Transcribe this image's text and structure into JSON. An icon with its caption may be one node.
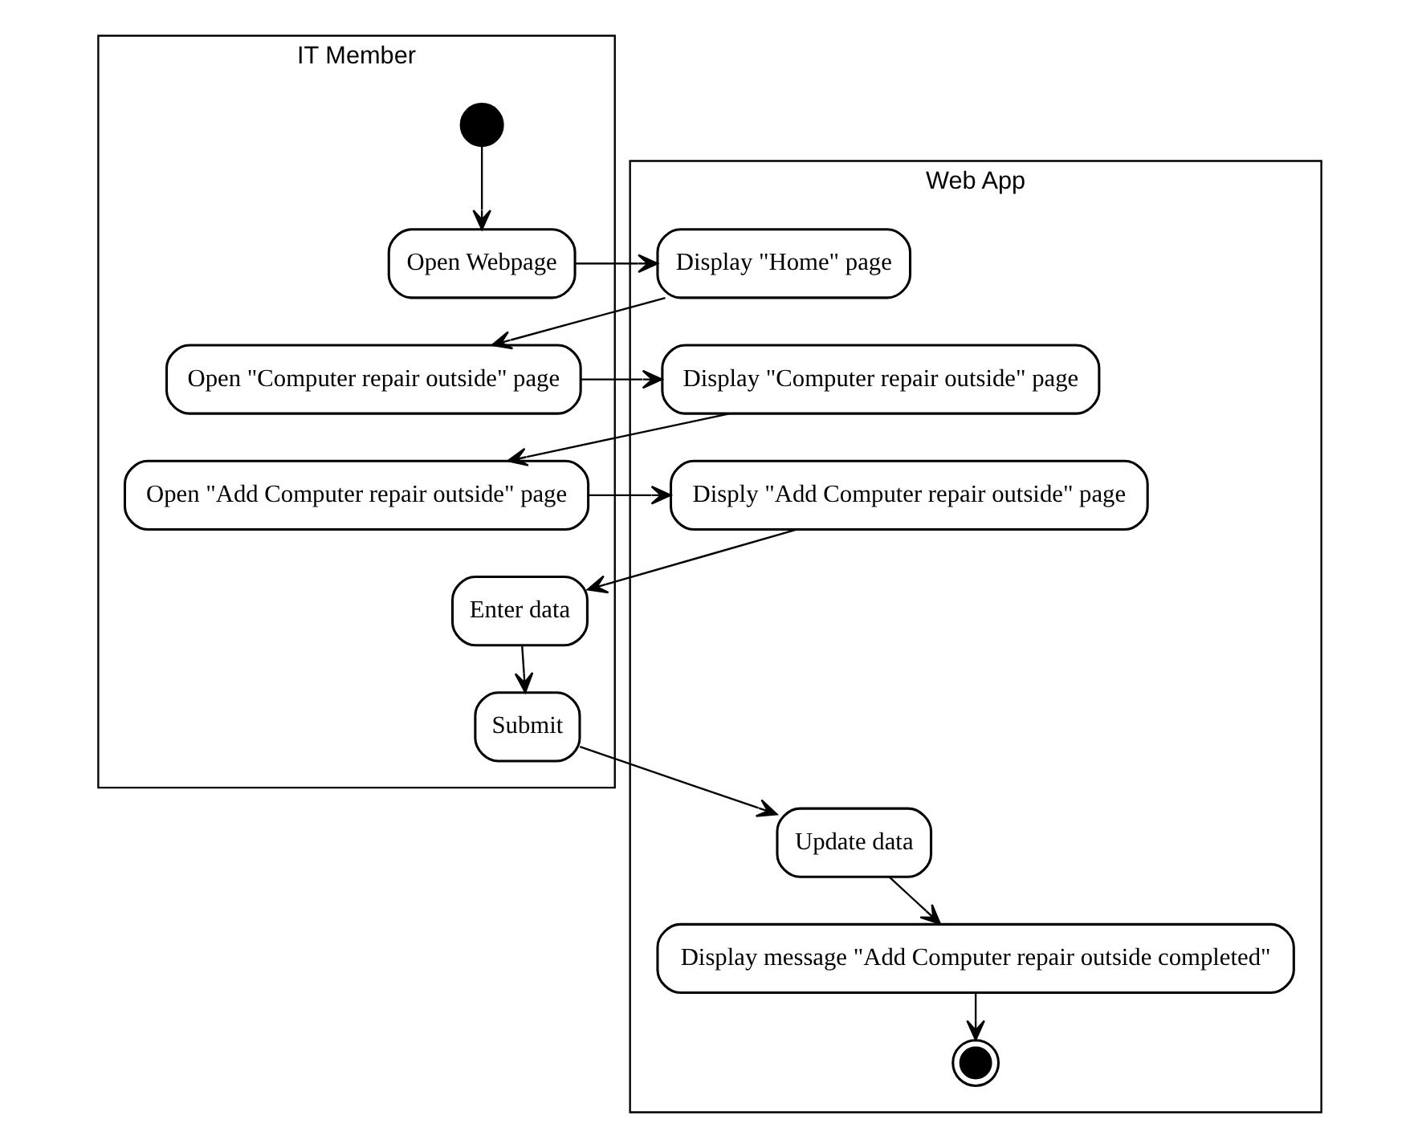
{
  "diagram": {
    "nodes": [
      {
        "text": [
          "IT Member"
        ]
      },
      {
        "text": [
          "Web App"
        ]
      },
      {
        "text": [],
        "shape": "circle",
        "in": 0
      },
      {
        "text": [
          "Open Webpage"
        ],
        "in": 0
      },
      {
        "text": [
          "Display \"Home\" page"
        ],
        "in": 1
      },
      {
        "text": [
          "Open \"Computer repair outside\" page"
        ],
        "in": 0
      },
      {
        "text": [
          "Display \"Computer repair outside\" page"
        ],
        "in": 1
      },
      {
        "text": [
          "Open \"Add Computer repair outside\" page"
        ],
        "in": 0
      },
      {
        "text": [
          "Disply \"Add Computer repair outside\" page"
        ],
        "in": 1
      },
      {
        "text": [
          "Enter data"
        ],
        "in": 0
      },
      {
        "text": [
          "Submit"
        ],
        "in": 0
      },
      {
        "text": [
          "Update data"
        ],
        "in": 1
      },
      {
        "text": [
          "Display message \"Add Computer repair outside completed\""
        ],
        "in": 1
      },
      {
        "text": [],
        "shape": "bullseye",
        "in": 1
      }
    ],
    "edges": [
      {
        "from": 2,
        "to": 3,
        "arrow": "to"
      },
      {
        "from": 3,
        "to": 4,
        "arrow": "to"
      },
      {
        "from": 4,
        "to": 5,
        "arrow": "to"
      },
      {
        "from": 5,
        "to": 6,
        "arrow": "to"
      },
      {
        "from": 6,
        "to": 7,
        "arrow": "to"
      },
      {
        "from": 7,
        "to": 8,
        "arrow": "to"
      },
      {
        "from": 8,
        "to": 9,
        "arrow": "to"
      },
      {
        "from": 9,
        "to": 10,
        "arrow": "to"
      },
      {
        "from": 10,
        "to": 11,
        "arrow": "to"
      },
      {
        "from": 11,
        "to": 12,
        "arrow": "to"
      },
      {
        "from": 12,
        "to": 13,
        "arrow": "to"
      }
    ]
  }
}
